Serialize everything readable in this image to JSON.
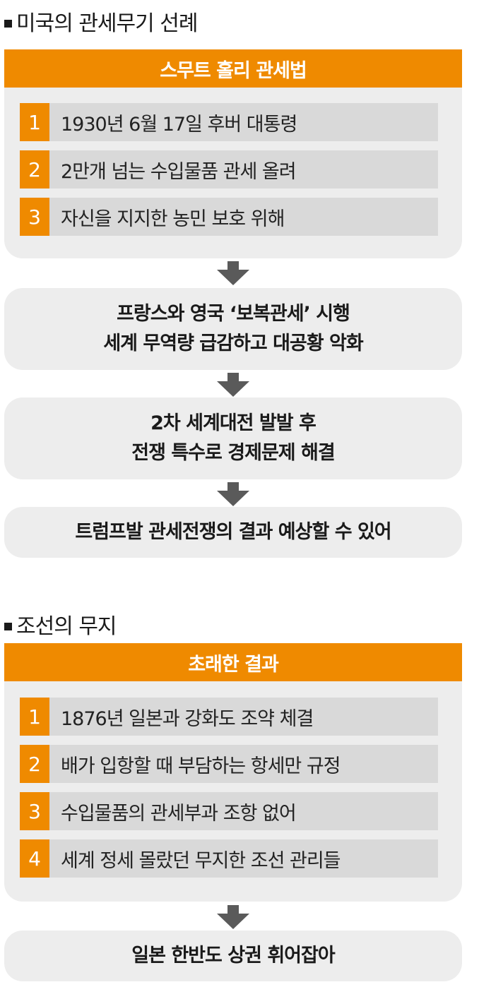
{
  "section1": {
    "title": "미국의 관세무기 선례",
    "header": "스무트 홀리 관세법",
    "items": [
      {
        "num": "1",
        "text": "1930년 6월 17일 후버 대통령"
      },
      {
        "num": "2",
        "text": "2만개 넘는 수입물품 관세 올려"
      },
      {
        "num": "3",
        "text": "자신을 지지한 농민 보호 위해"
      }
    ],
    "steps": [
      {
        "line1": "프랑스와 영국 ‘보복관세’ 시행",
        "line2": "세계 무역량 급감하고 대공황 악화"
      },
      {
        "line1": "2차 세계대전 발발 후",
        "line2": "전쟁 특수로 경제문제 해결"
      },
      {
        "line1": "트럼프발 관세전쟁의 결과 예상할 수 있어"
      }
    ]
  },
  "section2": {
    "title": "조선의 무지",
    "header": "초래한 결과",
    "items": [
      {
        "num": "1",
        "text": "1876년 일본과 강화도 조약 체결"
      },
      {
        "num": "2",
        "text": "배가 입항할 때 부담하는 항세만 규정"
      },
      {
        "num": "3",
        "text": "수입물품의 관세부과 조항 없어"
      },
      {
        "num": "4",
        "text": "세계 정세 몰랐던 무지한 조선 관리들"
      }
    ],
    "result": "일본 한반도 상권 휘어잡아"
  },
  "colors": {
    "accent": "#ef8a00",
    "panel": "#ededed",
    "row": "#d9d9d9",
    "arrow": "#5a5a5a"
  },
  "icons": {
    "bullet": "square-bullet-icon",
    "arrow": "arrow-down-icon"
  }
}
